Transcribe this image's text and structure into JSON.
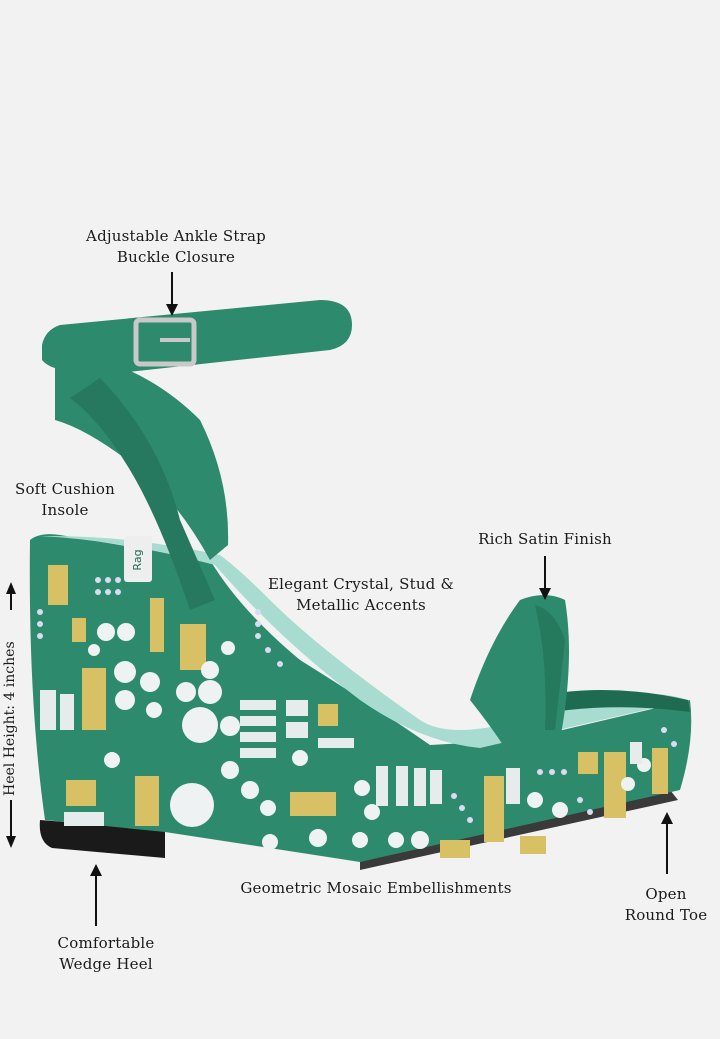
{
  "product_image": {
    "name": "green satin embellished wedge sandal",
    "brand_tag": "Rag"
  },
  "colors": {
    "background": "#f2f2f2",
    "satin": "#2e8a6c",
    "satin_dark": "#1f6b52",
    "gold": "#d8c064",
    "crystal": "#eef2f2",
    "sole": "#1a1a1a",
    "insole": "#a8dcd0"
  },
  "labels": {
    "ankle_strap": {
      "line1": "Adjustable Ankle Strap",
      "line2": "Buckle Closure"
    },
    "cushion": {
      "line1": "Soft Cushion",
      "line2": "Insole"
    },
    "satin": {
      "line1": "Rich Satin Finish"
    },
    "crystal": {
      "line1": "Elegant Crystal, Stud &",
      "line2": "Metallic Accents"
    },
    "heel_height": {
      "line1": "Heel Height: 4 inches"
    },
    "mosaic": {
      "line1": "Geometric Mosaic Embellishments"
    },
    "toe": {
      "line1": "Open",
      "line2": "Round Toe"
    },
    "wedge": {
      "line1": "Comfortable",
      "line2": "Wedge Heel"
    }
  }
}
